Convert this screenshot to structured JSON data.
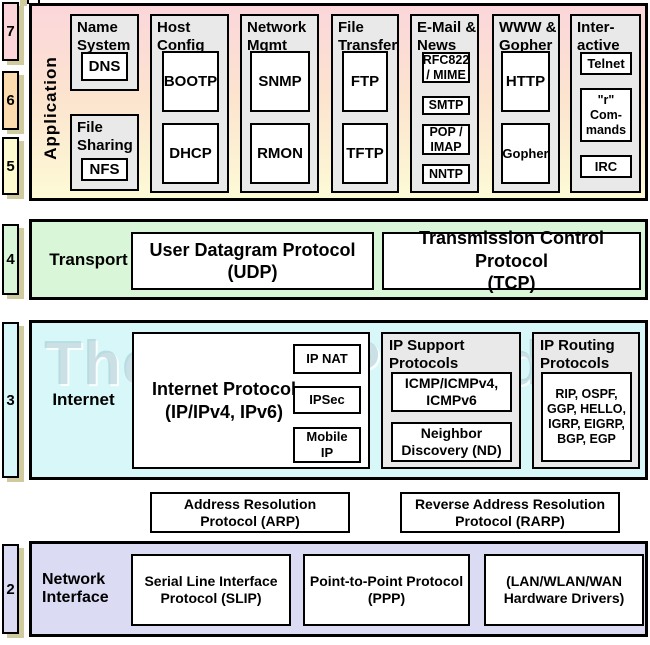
{
  "watermark": "The TCP/IP Guide",
  "osi_rows": {
    "seven": "7",
    "six": "6",
    "five": "5",
    "four": "4",
    "three": "3",
    "two": "2"
  },
  "application": {
    "label": "Application",
    "groups": [
      {
        "title": "Name\nSystem",
        "items": [
          "DNS"
        ]
      },
      {
        "title": "File\nSharing",
        "items": [
          "NFS"
        ]
      },
      {
        "title": "Host\nConfig",
        "items": [
          "BOOTP",
          "DHCP"
        ]
      },
      {
        "title": "Network\nMgmt",
        "items": [
          "SNMP",
          "RMON"
        ]
      },
      {
        "title": "File\nTransfer",
        "items": [
          "FTP",
          "TFTP"
        ]
      },
      {
        "title": "E-Mail &\nNews",
        "items": [
          "RFC822\n/ MIME",
          "SMTP",
          "POP /\nIMAP",
          "NNTP"
        ]
      },
      {
        "title": "WWW &\nGopher",
        "items": [
          "HTTP",
          "Gopher"
        ]
      },
      {
        "title": "Inter-\nactive",
        "items": [
          "Telnet",
          "\"r\"\nCom-\nmands",
          "IRC"
        ]
      }
    ]
  },
  "transport": {
    "label": "Transport",
    "udp": "User Datagram Protocol\n(UDP)",
    "tcp": "Transmission Control Protocol\n(TCP)"
  },
  "internet": {
    "label": "Internet",
    "ip": {
      "title": "Internet Protocol\n(IP/IPv4, IPv6)",
      "ipnat": "IP NAT",
      "ipsec": "IPSec",
      "mobileip": "Mobile\nIP"
    },
    "support": {
      "title": "IP Support\nProtocols",
      "icmp": "ICMP/ICMPv4,\nICMPv6",
      "nd": "Neighbor\nDiscovery (ND)"
    },
    "routing": {
      "title": "IP Routing\nProtocols",
      "list": "RIP, OSPF,\nGGP, HELLO,\nIGRP, EIGRP,\nBGP, EGP"
    }
  },
  "resolution": {
    "arp": "Address Resolution\nProtocol (ARP)",
    "rarp": "Reverse Address Resolution\nProtocol (RARP)"
  },
  "network_interface": {
    "label": "Network\nInterface",
    "slip": "Serial Line Interface\nProtocol (SLIP)",
    "ppp": "Point-to-Point Protocol\n(PPP)",
    "lan": "(LAN/WLAN/WAN\nHardware Drivers)"
  },
  "colors": {
    "app_pink": "#fbd5da",
    "peach": "#fcdcae",
    "pale_yellow": "#fdfbcf",
    "green": "#d9f6d9",
    "cyan": "#d8f7f9",
    "lavender": "#dbdcf4",
    "group_gray": "#e9e9e9",
    "hardware_gray": "#a9a9a9",
    "shadow_khaki": "#cfcb9e"
  }
}
